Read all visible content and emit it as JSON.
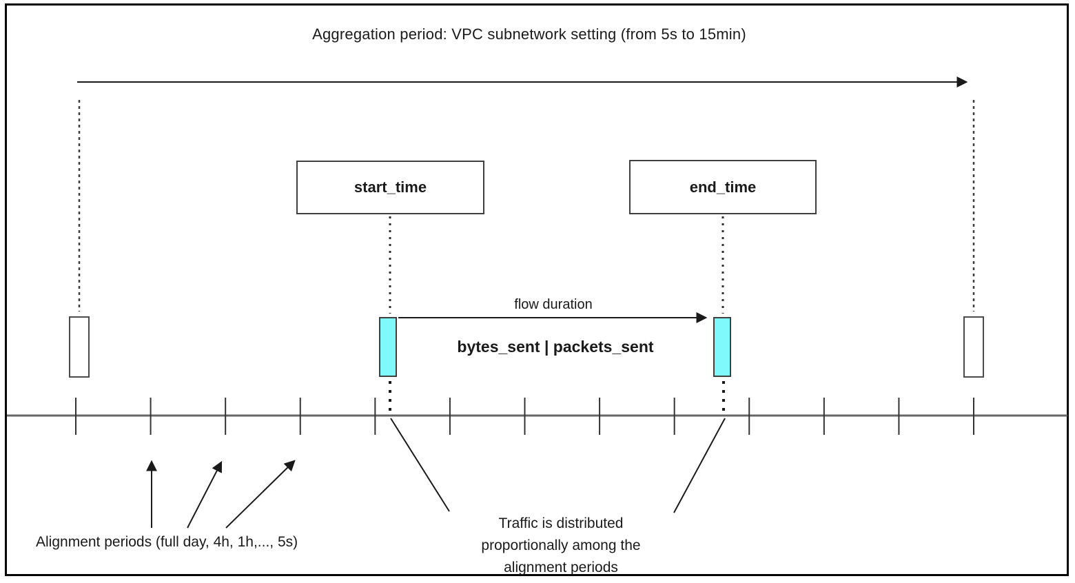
{
  "colors": {
    "marker_fill": "#7FF9FC",
    "frame": "#000000",
    "timeline": "#666666",
    "line": "#1A1A1A"
  },
  "timeline": {
    "tick_count": 13
  },
  "diagram": {
    "title": "Aggregation period: VPC subnetwork setting (from 5s to 15min)",
    "start_box": "start_time",
    "end_box": "end_time",
    "flow_duration": "flow duration",
    "flow_metrics": "bytes_sent | packets_sent",
    "alignment_note": "Alignment periods (full day, 4h, 1h,..., 5s)",
    "traffic_note": {
      "line1": "Traffic is distributed",
      "line2": "proportionally among the",
      "line3": "alignment periods"
    }
  }
}
